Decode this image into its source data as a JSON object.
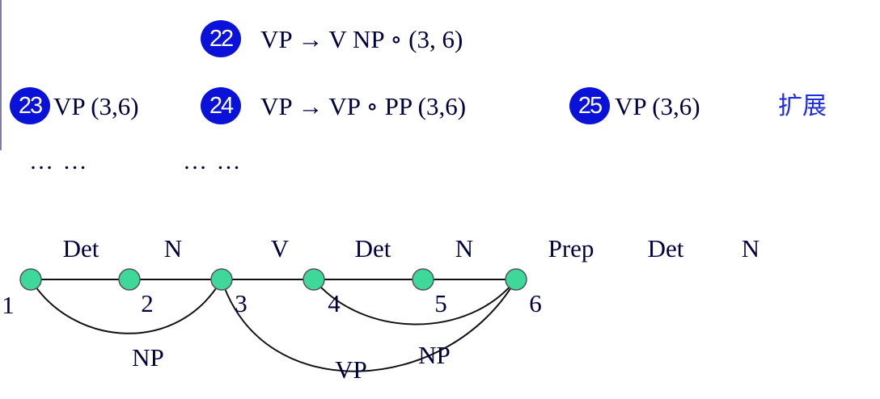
{
  "rule22": {
    "num": "22",
    "text": "VP  → V  NP ∘ (3, 6)"
  },
  "rule23": {
    "num": "23",
    "text": "VP (3,6)"
  },
  "rule24": {
    "num": "24",
    "text": "VP  → VP ∘ PP (3,6)"
  },
  "rule25": {
    "num": "25",
    "text": "VP (3,6)"
  },
  "expand": "扩展",
  "dots": [
    "… …",
    "… …"
  ],
  "tags": [
    "Det",
    "N",
    "V",
    "Det",
    "N",
    "Prep",
    "Det",
    "N"
  ],
  "node_labels": [
    "1",
    "2",
    "3",
    "4",
    "5",
    "6"
  ],
  "arcs": [
    {
      "label": "NP",
      "from": 1,
      "to": 3
    },
    {
      "label": "VP",
      "from": 3,
      "to": 6
    },
    {
      "label": "NP",
      "from": 4,
      "to": 6
    }
  ],
  "colors": {
    "badge": "#0a12d9",
    "node": "#3ed89a",
    "expand_text": "#1f2de0",
    "text": "#000040"
  }
}
